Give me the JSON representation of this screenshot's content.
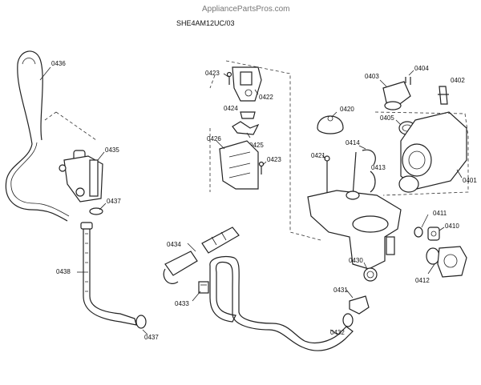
{
  "watermark": "AppliancePartsPros.com",
  "model": "SHE4AM12UC/03",
  "labels": {
    "p0436": "0436",
    "p0435": "0435",
    "p0437a": "0437",
    "p0438": "0438",
    "p0437b": "0437",
    "p0423a": "0423",
    "p0422": "0422",
    "p0424": "0424",
    "p0425": "0425",
    "p0426": "0426",
    "p0423b": "0423",
    "p0420": "0420",
    "p0421": "0421",
    "p0414": "0414",
    "p0413": "0413",
    "p0403": "0403",
    "p0404": "0404",
    "p0402": "0402",
    "p0405": "0405",
    "p0401": "0401",
    "p0411": "0411",
    "p0410": "0410",
    "p0412": "0412",
    "p0434": "0434",
    "p0433": "0433",
    "p0430": "0430",
    "p0431": "0431",
    "p0432": "0432"
  }
}
